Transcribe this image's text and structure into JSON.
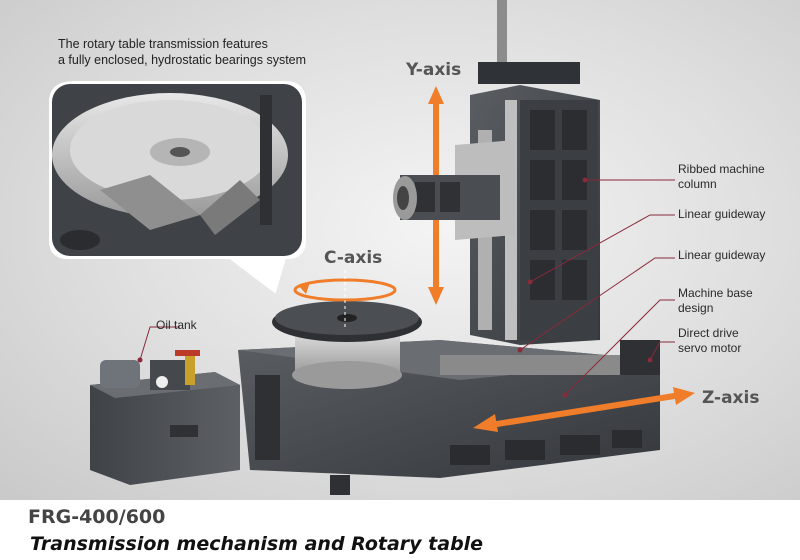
{
  "inset": {
    "caption_line1": "The rotary table transmission features",
    "caption_line2": "a fully enclosed, hydrostatic bearings system"
  },
  "axes": {
    "y": "Y-axis",
    "c": "C-axis",
    "z": "Z-axis"
  },
  "callouts": {
    "ribbed_line1": "Ribbed machine",
    "ribbed_line2": "column",
    "guideway_upper": "Linear guideway",
    "guideway_lower": "Linear guideway",
    "base_line1": "Machine base",
    "base_line2": "design",
    "motor_line1": "Direct drive",
    "motor_line2": "servo motor",
    "oil_tank": "Oil tank"
  },
  "footer": {
    "model": "FRG-400/600",
    "title": "Transmission mechanism and Rotary table"
  },
  "colors": {
    "arrow": "#f07d2a",
    "machine": "#4a4d52",
    "callout_line": "#8a2a3a"
  }
}
